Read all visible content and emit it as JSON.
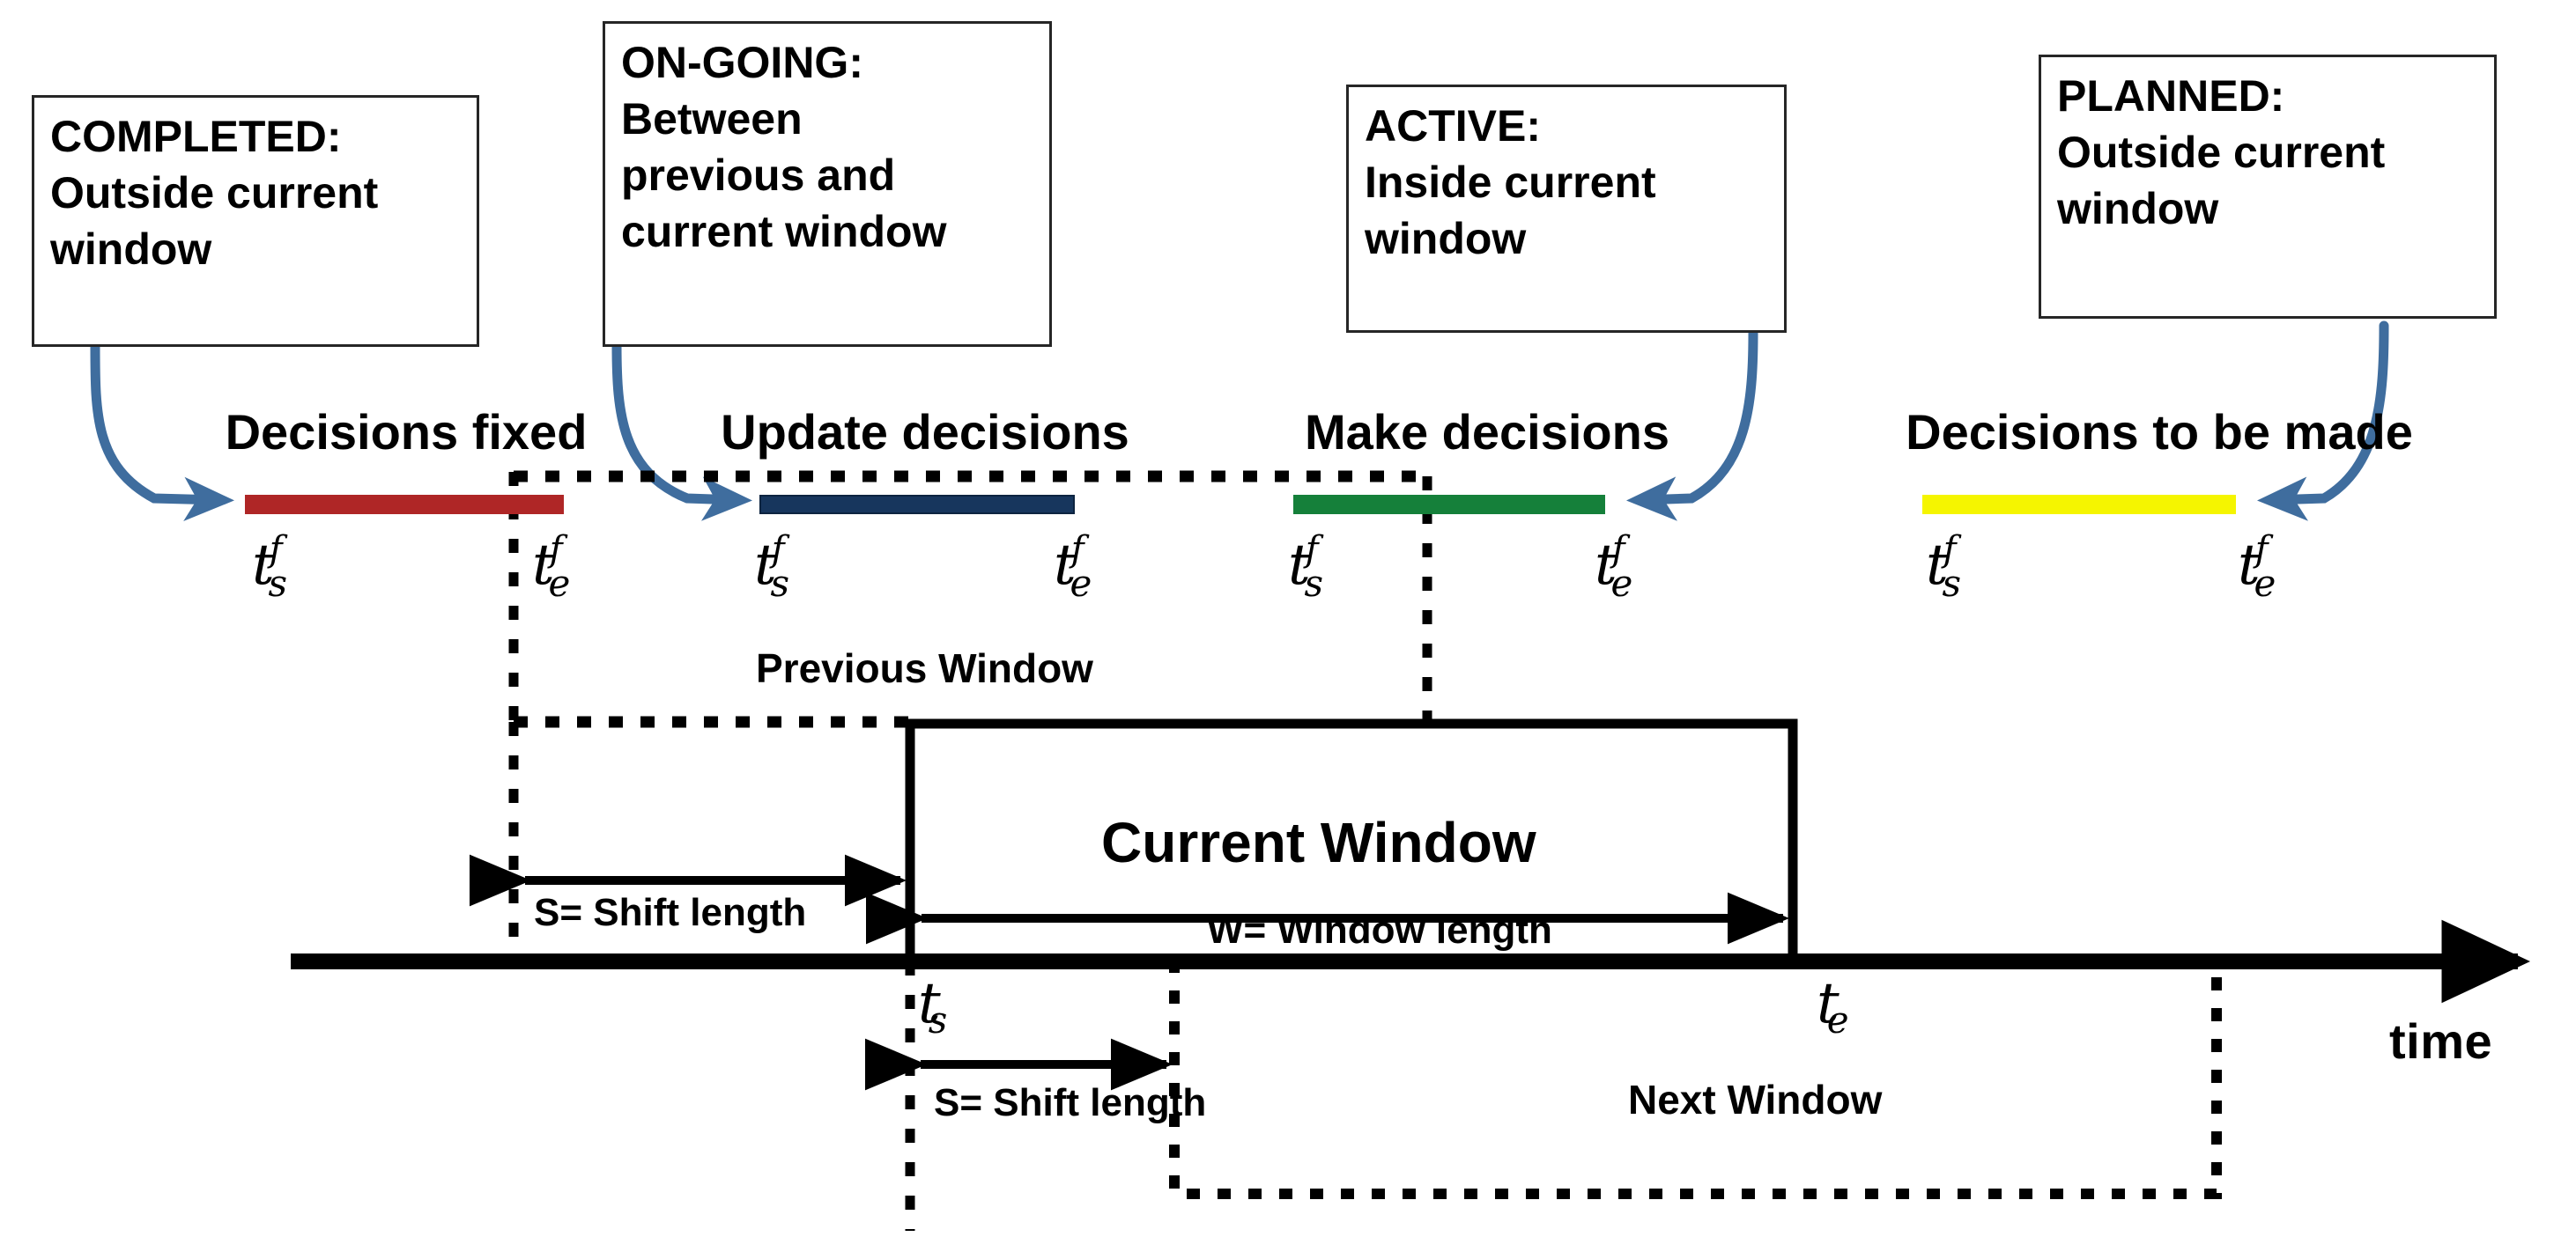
{
  "diagram": {
    "title_context": "Rolling horizon window decision timeline",
    "axis_label": "time",
    "colors": {
      "completed": "#AF2626",
      "ongoing": "#17365D",
      "active": "#15803A",
      "planned": "#F5F500",
      "arrow": "#3F6D9E",
      "line": "#000000",
      "box_border": "#262626"
    }
  },
  "callouts": [
    {
      "id": "completed",
      "status": "COMPLETED:",
      "line2": "Outside current",
      "line3": "window"
    },
    {
      "id": "ongoing",
      "status": "ON-GOING:",
      "line2": "Between",
      "line3": "previous and",
      "line4": "current window"
    },
    {
      "id": "active",
      "status": "ACTIVE:",
      "line2": "Inside current",
      "line3": "window"
    },
    {
      "id": "planned",
      "status": "PLANNED:",
      "line2": "Outside current",
      "line3": "window"
    }
  ],
  "task_groups": [
    {
      "id": "decisions-fixed",
      "heading": "Decisions fixed",
      "color": "#AF2626",
      "start_label": {
        "base": "t",
        "sup": "f",
        "sub": "s"
      },
      "end_label": {
        "base": "t",
        "sup": "f",
        "sub": "e"
      }
    },
    {
      "id": "update-decisions",
      "heading": "Update decisions",
      "color": "#17365D",
      "start_label": {
        "base": "t",
        "sup": "f",
        "sub": "s"
      },
      "end_label": {
        "base": "t",
        "sup": "f",
        "sub": "e"
      },
      "sub_caption": "Previous Window"
    },
    {
      "id": "make-decisions",
      "heading": "Make decisions",
      "color": "#15803A",
      "start_label": {
        "base": "t",
        "sup": "f",
        "sub": "s"
      },
      "end_label": {
        "base": "t",
        "sup": "f",
        "sub": "e"
      }
    },
    {
      "id": "decisions-to-be-made",
      "heading": "Decisions to be made",
      "color": "#F5F500",
      "start_label": {
        "base": "t",
        "sup": "f",
        "sub": "s"
      },
      "end_label": {
        "base": "t",
        "sup": "f",
        "sub": "e"
      }
    }
  ],
  "windows": {
    "current": {
      "label": "Current Window",
      "start_label": {
        "base": "t",
        "sub": "s"
      },
      "end_label": {
        "base": "t",
        "sub": "e"
      },
      "width_measure": "W= Window length",
      "shift_measure": "S= Shift length"
    },
    "next": {
      "label": "Next Window",
      "shift_measure": "S= Shift length"
    }
  },
  "axis": {
    "label": "time"
  }
}
